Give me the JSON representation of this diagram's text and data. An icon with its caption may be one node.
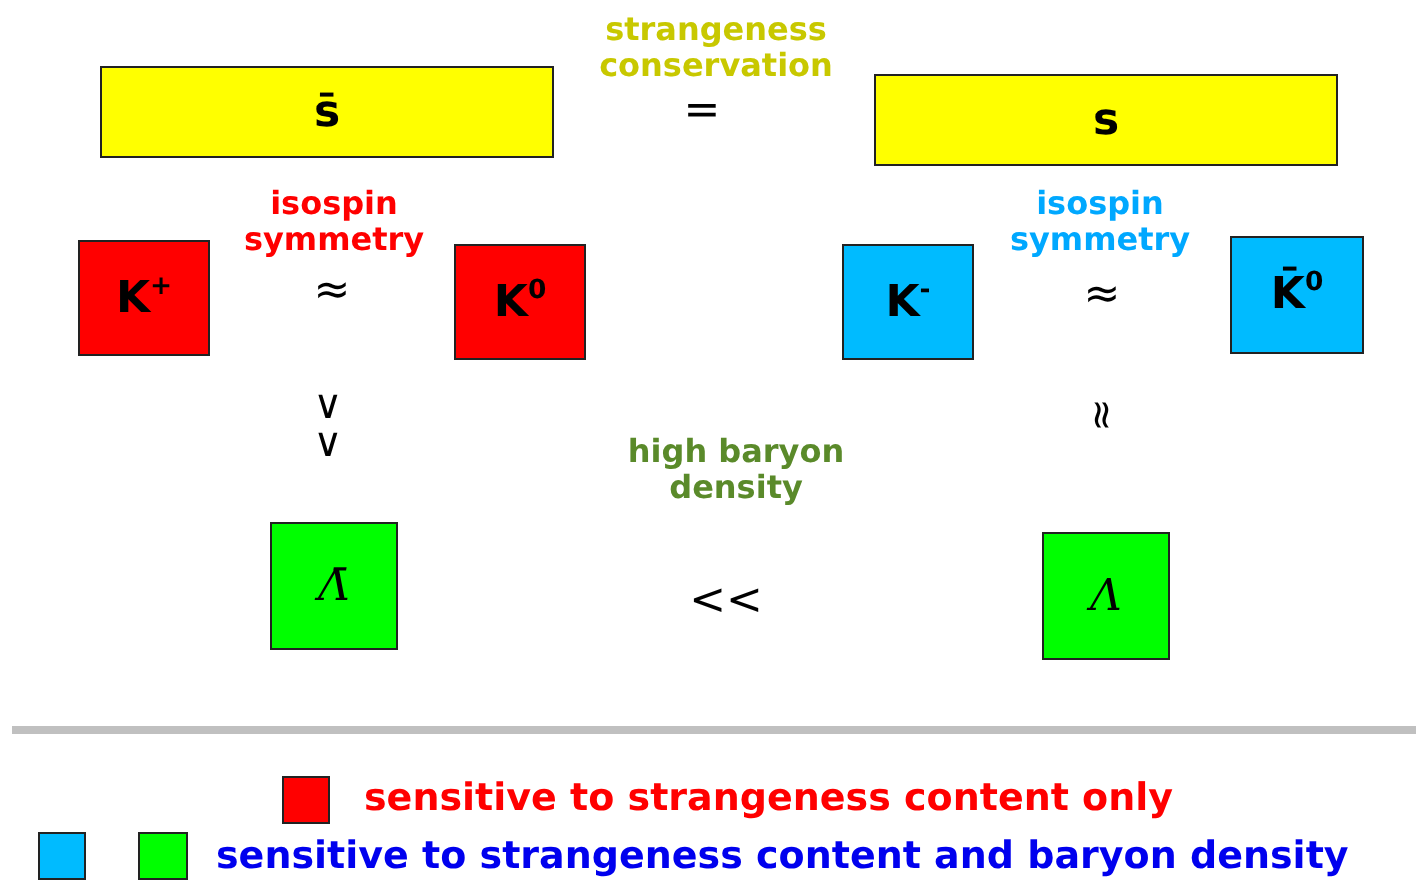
{
  "diagram": {
    "nodes": [
      {
        "text": [
          "s̄"
        ]
      },
      {
        "text": [
          "s"
        ]
      },
      {
        "text": [
          "K$^{+}$"
        ]
      },
      {
        "text": [
          "K$^{0}$"
        ]
      },
      {
        "text": [
          "K$^{-}$"
        ]
      },
      {
        "text": [
          "K̄$^{0}$"
        ]
      },
      {
        "text": [
          "Λ̄"
        ]
      },
      {
        "text": [
          "Λ"
        ]
      }
    ],
    "labels": [
      "strangeness conservation",
      "=",
      "isospin symmetry",
      "≈",
      "isospin symmetry",
      "≈",
      "∨ ∨",
      "≈",
      "high baryon density",
      "<<"
    ],
    "legend": [
      {
        "text": "sensitive to strangeness content only",
        "color": "#ff0000"
      },
      {
        "text": "sensitive to strangeness content and baryon density",
        "color": "#00bbff"
      }
    ]
  }
}
